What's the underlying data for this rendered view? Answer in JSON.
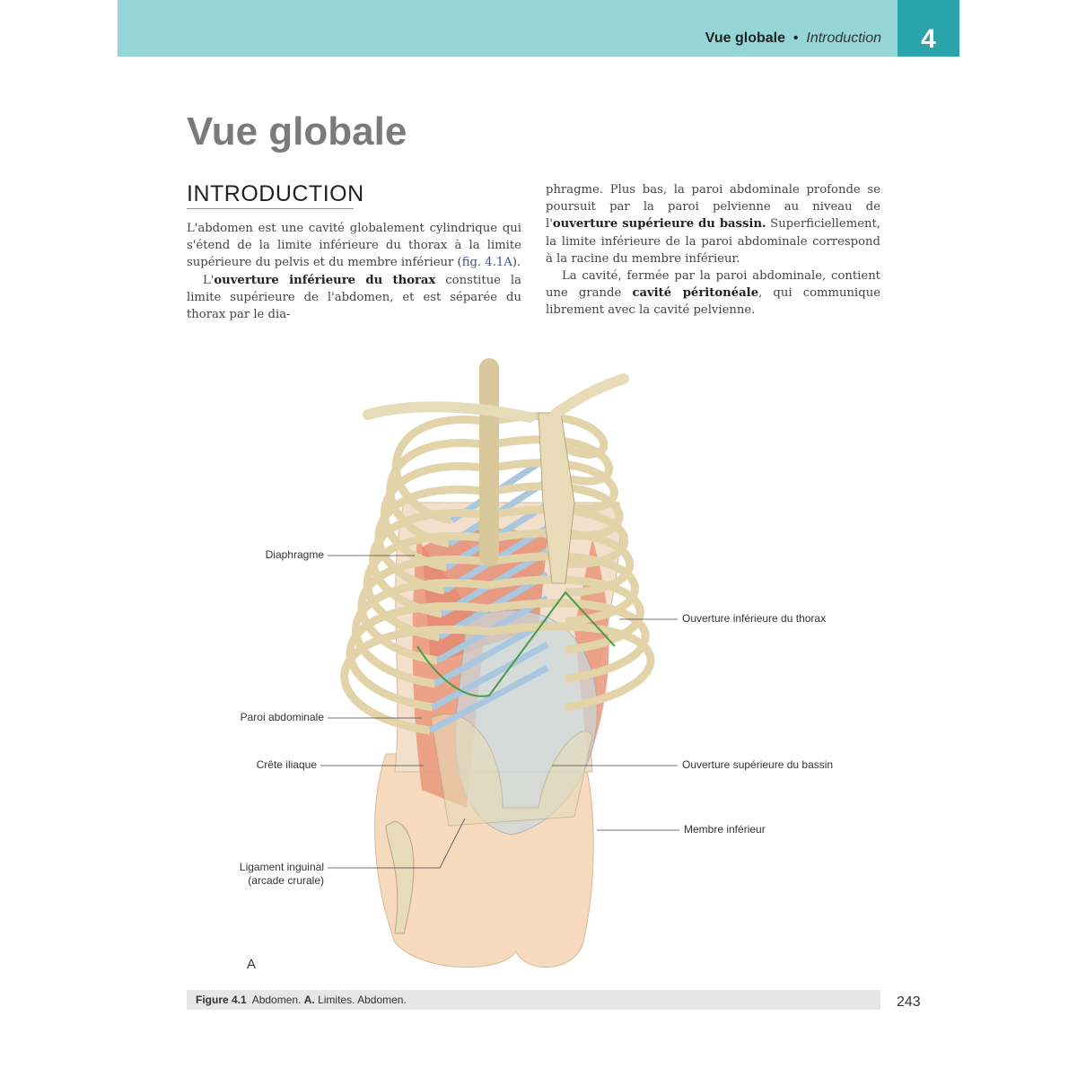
{
  "header": {
    "section": "Vue globale",
    "separator": "•",
    "subsection": "Introduction",
    "chapter_number": "4"
  },
  "title": "Vue globale",
  "heading": "INTRODUCTION",
  "left_column": {
    "p1": "L'abdomen est une cavité globalement cylindrique qui s'étend de la limite inférieure du thorax à la limite supérieure du pelvis et du membre inférieur (",
    "p1_link": "fig. 4.1A",
    "p1_end": ").",
    "p2_a": "L'",
    "p2_bold": "ouverture inférieure du thorax",
    "p2_b": " constitue la limite supérieure de l'abdomen, et est séparée du thorax par le dia-"
  },
  "right_column": {
    "p1_a": "phragme. Plus bas, la paroi abdominale profonde se poursuit par la paroi pelvienne au niveau de l'",
    "p1_bold": "ouverture supérieure du bassin.",
    "p1_b": " Superficiellement, la limite inférieure de la paroi abdominale correspond à la racine du membre inférieur.",
    "p2_a": "La cavité, fermée par la paroi abdominale, contient une grande ",
    "p2_bold": "cavité péritonéale",
    "p2_b": ", qui communique librement avec la cavité pelvienne."
  },
  "figure": {
    "labels": {
      "diaphragme": "Diaphragme",
      "ouverture_inf_thorax": "Ouverture inférieure du thorax",
      "paroi_abdominale": "Paroi abdominale",
      "crete_iliaque": "Crête iliaque",
      "ouverture_sup_bassin": "Ouverture supérieure du bassin",
      "membre_inferieur": "Membre inférieur",
      "ligament_inguinal": "Ligament inguinal",
      "arcade_crurale": "(arcade crurale)"
    },
    "panel": "A",
    "caption_label": "Figure 4.1",
    "caption_text": "Abdomen.",
    "caption_panel": "A.",
    "caption_rest": "Limites. Abdomen."
  },
  "page_number": "243",
  "colors": {
    "header_bg": "#94d6d8",
    "chapter_bg": "#2aa3ab",
    "bone": "#e8dcb8",
    "cartilage": "#a9c7de",
    "muscle": "#e9967a",
    "skin": "#f7d9bd"
  }
}
